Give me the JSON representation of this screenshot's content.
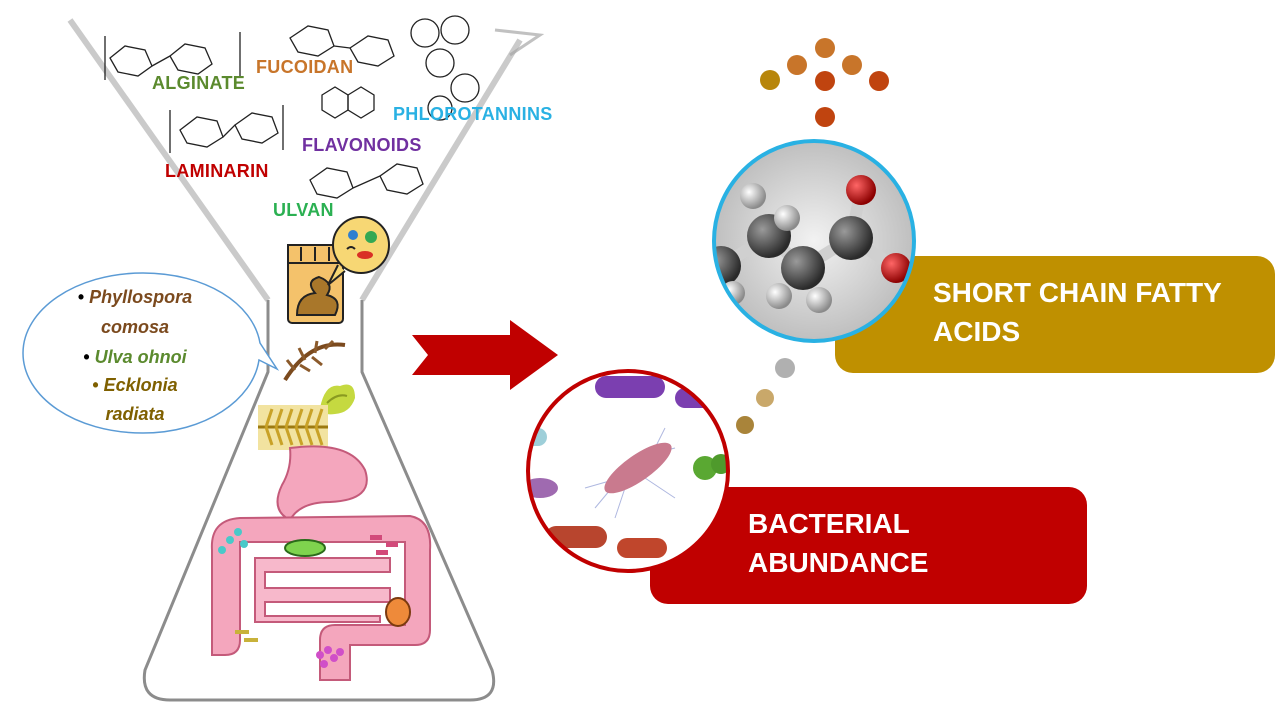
{
  "compounds": [
    {
      "key": "alginate",
      "label": "ALGINATE",
      "color": "#5b8a2e"
    },
    {
      "key": "fucoidan",
      "label": "FUCOIDAN",
      "color": "#c8752a"
    },
    {
      "key": "phlorotannins",
      "label": "PHLOROTANNINS",
      "color": "#29b1e3"
    },
    {
      "key": "flavonoids",
      "label": "FLAVONOIDS",
      "color": "#7030a0"
    },
    {
      "key": "laminarin",
      "label": "LAMINARIN",
      "color": "#c00000"
    },
    {
      "key": "ulvan",
      "label": "ULVAN",
      "color": "#2bb052"
    }
  ],
  "seaweeds": [
    {
      "name": "Phyllospora comosa",
      "line1": "Phyllospora",
      "line2": "comosa",
      "color": "#7b4a1e"
    },
    {
      "name": "Ulva ohnoi",
      "line1": "Ulva ohnoi",
      "color": "#5b8a2e"
    },
    {
      "name": "Ecklonia radiata",
      "line1": "Ecklonia",
      "line2": "radiata",
      "color": "#7f6000"
    }
  ],
  "outcomes": {
    "scfa": {
      "line1": "SHORT CHAIN FATTY",
      "line2": "ACIDS",
      "color": "#bf9000"
    },
    "bacteria": {
      "line1": "BACTERIAL",
      "line2": "ABUNDANCE",
      "color": "#c00000"
    }
  },
  "colors": {
    "arrow": "#c00000",
    "flask_outline": "#8c8c8c",
    "scfa_circle_border": "#29b1e3",
    "bacteria_circle_border": "#c00000"
  }
}
